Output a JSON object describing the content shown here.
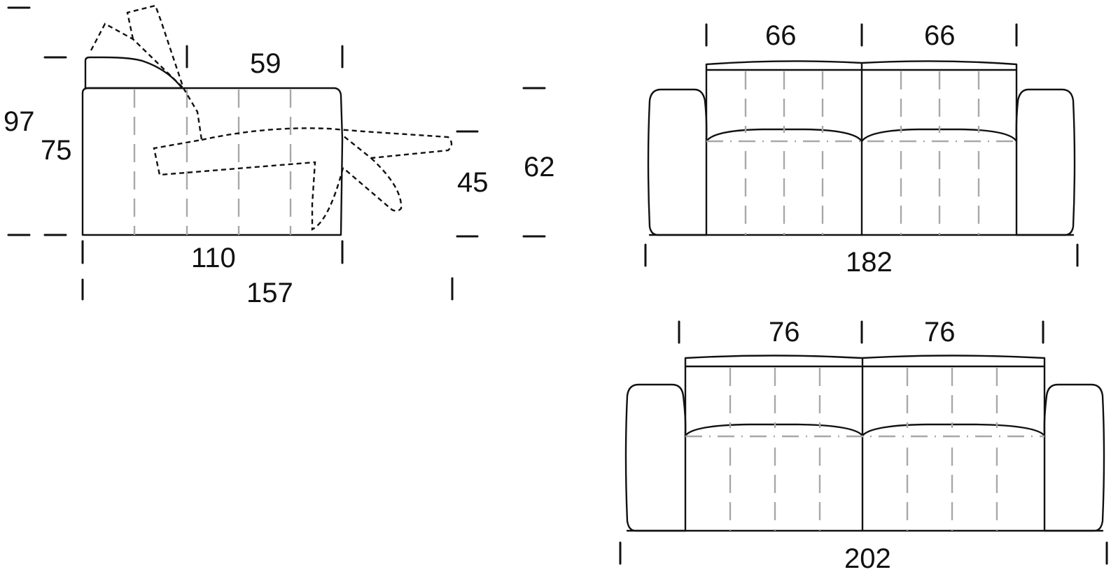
{
  "side_view": {
    "total_height": "97",
    "seat_back_height": "75",
    "seat_depth_label": "59",
    "depth_closed": "110",
    "depth_extended": "157",
    "seat_height": "45",
    "arm_height": "62"
  },
  "front_view_small": {
    "seat_width_left": "66",
    "seat_width_right": "66",
    "total_width": "182"
  },
  "front_view_large": {
    "seat_width_left": "76",
    "seat_width_right": "76",
    "total_width": "202"
  },
  "colors": {
    "line": "#111111",
    "guide": "#a8a8a8",
    "background": "#ffffff"
  }
}
